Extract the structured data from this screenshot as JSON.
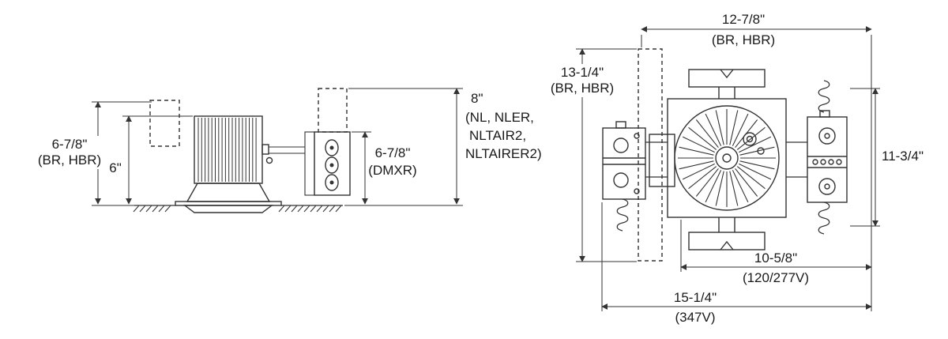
{
  "ink": "#333333",
  "side_view": {
    "dims": {
      "a": {
        "value": "6-7/8\"",
        "note": "(BR, HBR)"
      },
      "b": {
        "value": "6\""
      },
      "c": {
        "value": "6-7/8\"",
        "note": "(DMXR)"
      },
      "d": {
        "value": "8\"",
        "note1": "(NL, NLER,",
        "note2": "NLTAIR2,",
        "note3": "NLTAIRER2)"
      }
    }
  },
  "plan_view": {
    "dims": {
      "top": {
        "value": "12-7/8\"",
        "note": "(BR, HBR)"
      },
      "left": {
        "value": "13-1/4\"",
        "note": "(BR, HBR)"
      },
      "right": {
        "value": "11-3/4\""
      },
      "bottom_inner": {
        "value": "10-5/8\"",
        "note": "(120/277V)"
      },
      "bottom_outer": {
        "value": "15-1/4\"",
        "note": "(347V)"
      }
    }
  }
}
